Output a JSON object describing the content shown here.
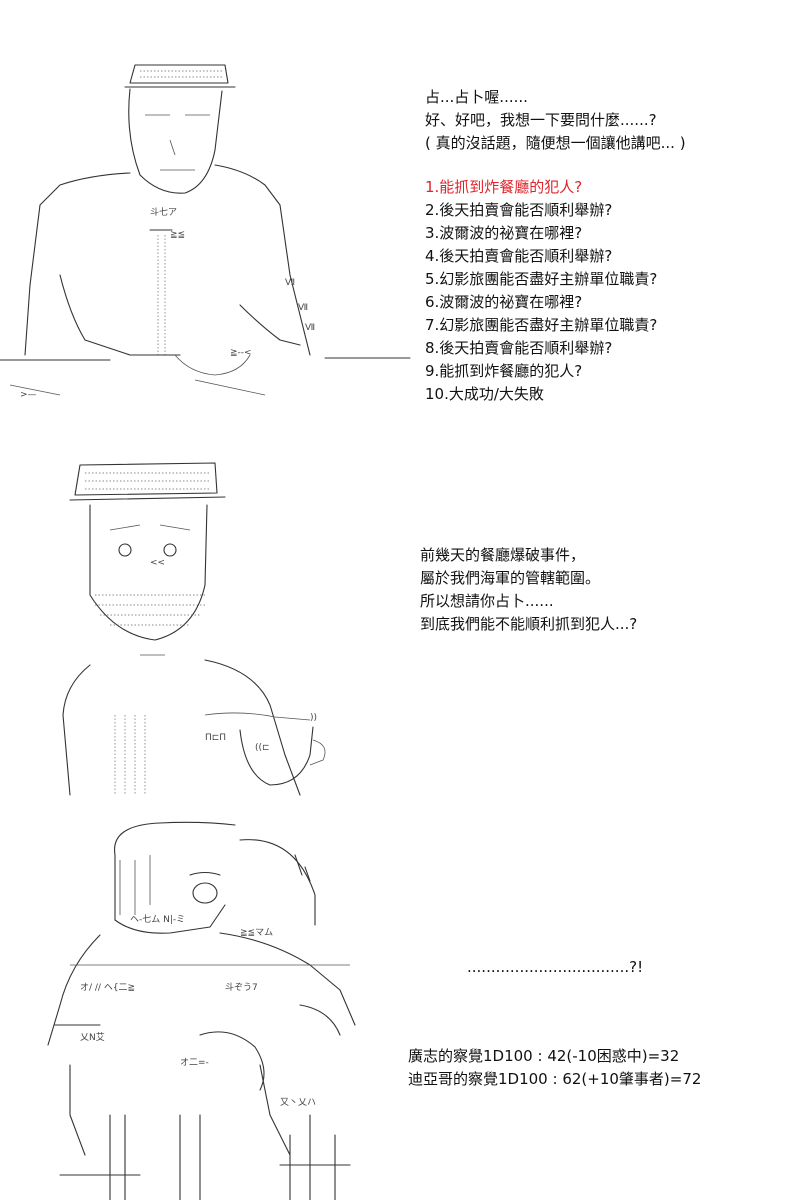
{
  "panel1": {
    "dialogue": [
      "占...占卜喔......",
      "好、好吧，我想一下要問什麼......?",
      "( 真的沒話題，隨便想一個讓他講吧... )"
    ],
    "choices": [
      "1.能抓到炸餐廳的犯人?",
      "2.後天拍賣會能否順利舉辦?",
      "3.波爾波的祕寶在哪裡?",
      "4.後天拍賣會能否順利舉辦?",
      "5.幻影旅團能否盡好主辦單位職責?",
      "6.波爾波的祕寶在哪裡?",
      "7.幻影旅團能否盡好主辦單位職責?",
      "8.後天拍賣會能否順利舉辦?",
      "9.能抓到炸餐廳的犯人?",
      "10.大成功/大失敗"
    ],
    "highlight_color": "#e0242b"
  },
  "panel2": {
    "dialogue": [
      "前幾天的餐廳爆破事件，",
      "屬於我們海軍的管轄範圍。",
      "",
      "所以想請你占卜......",
      "到底我們能不能順利抓到犯人...?"
    ]
  },
  "panel3": {
    "exclaim": "..................................?!",
    "rolls": [
      "廣志的察覺1D100 : 42(-10困惑中)=32",
      "迪亞哥的察覺1D100 : 62(+10肇事者)=72"
    ]
  }
}
